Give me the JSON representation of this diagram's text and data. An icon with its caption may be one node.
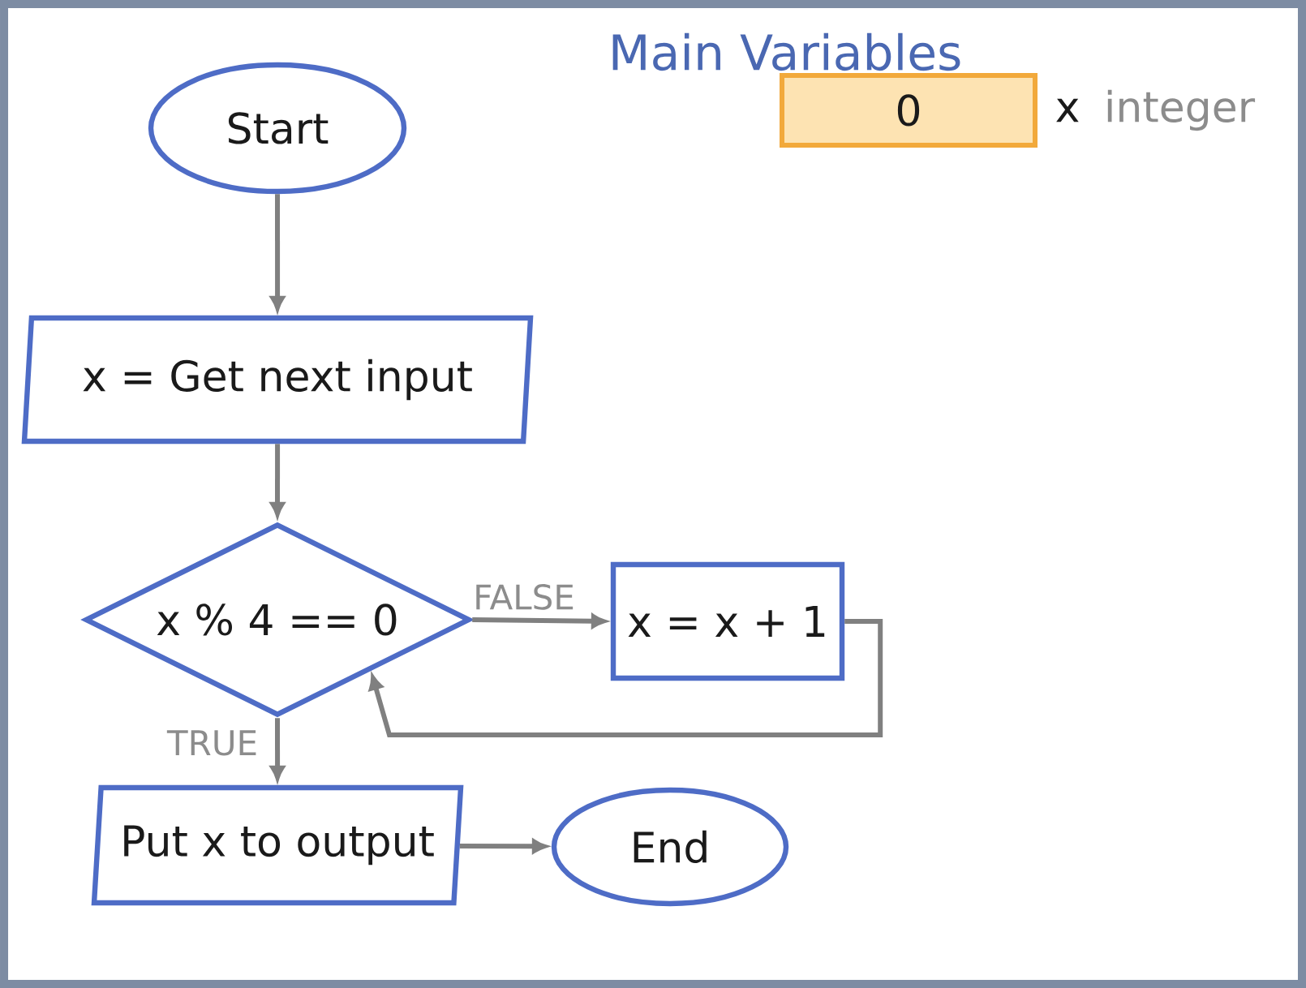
{
  "diagram": {
    "title": "Main Variables",
    "nodes": [
      {
        "text": [
          "Start"
        ]
      },
      {
        "text": [
          "x = Get next input"
        ]
      },
      {
        "text": [
          "x % 4 == 0"
        ]
      },
      {
        "text": [
          "x = x + 1"
        ]
      },
      {
        "text": [
          "Put x to output"
        ]
      },
      {
        "text": [
          "End"
        ]
      },
      {
        "text": [
          "0"
        ],
        "beside": [
          "x",
          "integer"
        ]
      }
    ],
    "edges": [
      {
        "from": 0,
        "to": 1,
        "arrow": "to"
      },
      {
        "from": 1,
        "to": 2,
        "arrow": "to"
      },
      {
        "from": 2,
        "to": 3,
        "arrow": "to",
        "label": "FALSE"
      },
      {
        "from": 3,
        "to": 2,
        "arrow": "to"
      },
      {
        "from": 2,
        "to": 4,
        "arrow": "to",
        "label": "TRUE"
      },
      {
        "from": 4,
        "to": 5,
        "arrow": "to"
      }
    ]
  }
}
